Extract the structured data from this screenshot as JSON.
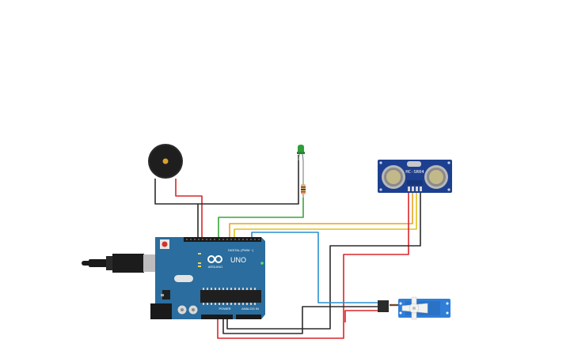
{
  "arduino": {
    "brand": "ARDUINO",
    "model": "UNO",
    "digital_label": "DIGITAL (PWM ~)",
    "power_label": "POWER",
    "analog_label": "ANALOG IN",
    "board_color": "#2a6d9e"
  },
  "sensor": {
    "model": "HC-SR04",
    "board_color": "#1d3f8f"
  },
  "components": {
    "buzzer": "piezo-buzzer",
    "led_color": "#2e9e3a",
    "resistor": "resistor",
    "servo_color": "#2f7ed8"
  },
  "wire_colors": {
    "red": "#d9262b",
    "black": "#2b2b2b",
    "green": "#3aa53a",
    "orange": "#e8a21d",
    "yellow": "#e0c21a",
    "blue": "#2a8fd0"
  }
}
